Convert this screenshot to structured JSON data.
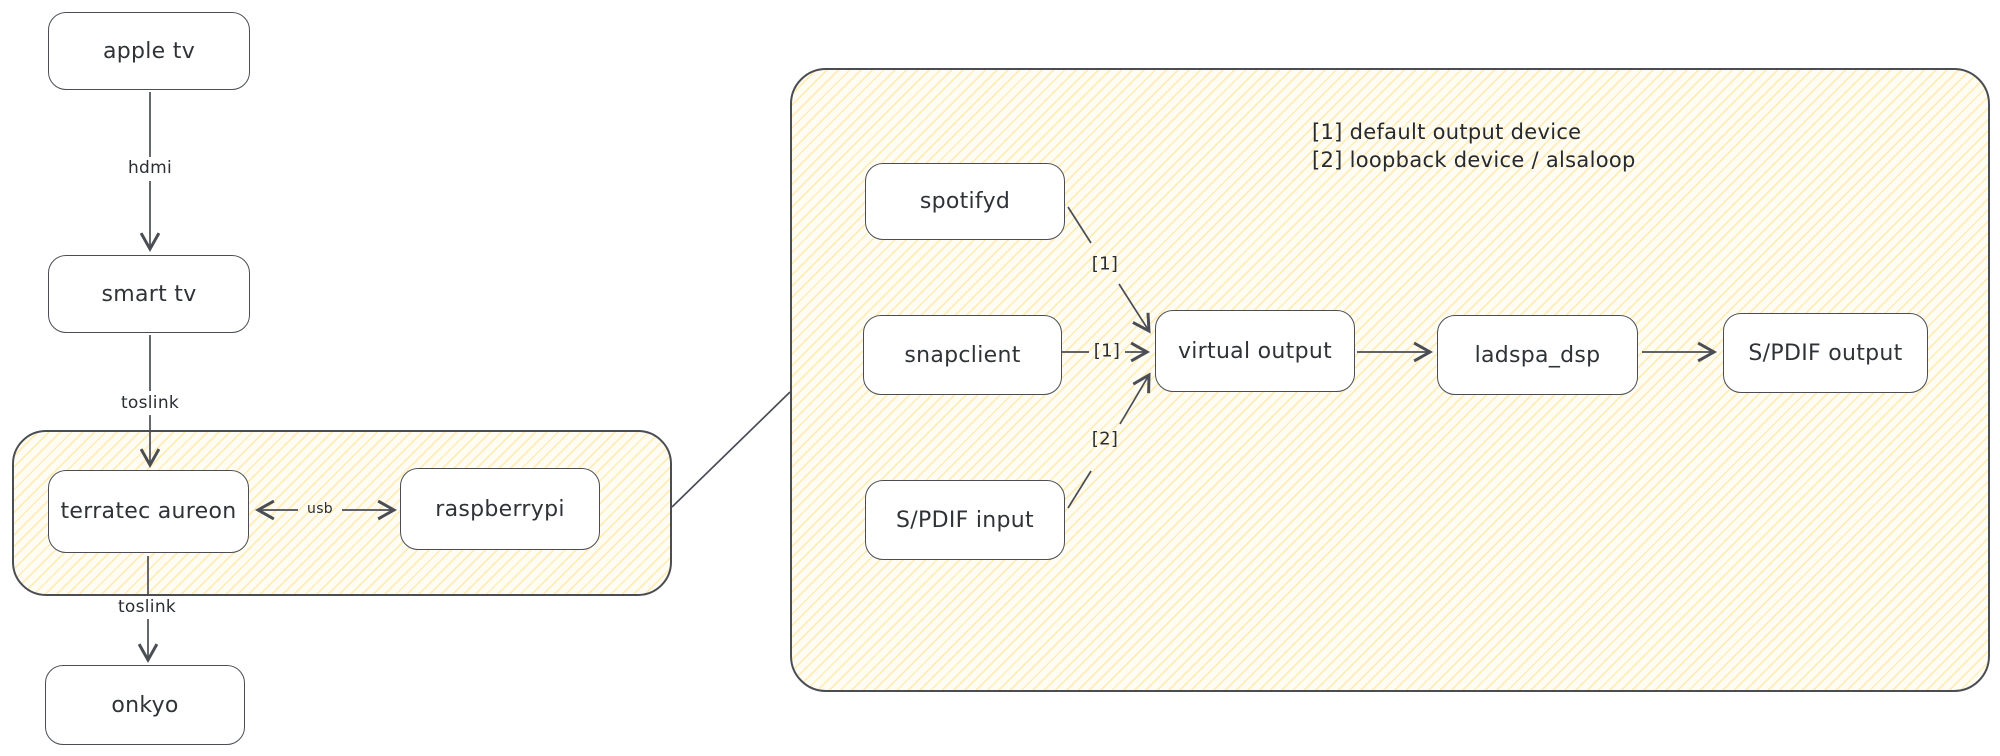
{
  "colors": {
    "stroke": "#4a4e54",
    "text": "#2f3338",
    "hatch_line": "#ffdf87",
    "group_fill": "#fffdf3",
    "node_fill": "#ffffff"
  },
  "nodes": {
    "apple_tv": "apple tv",
    "smart_tv": "smart tv",
    "terratec_aureon": "terratec aureon",
    "raspberrypi": "raspberrypi",
    "onkyo": "onkyo",
    "spotifyd": "spotifyd",
    "snapclient": "snapclient",
    "spdif_input": "S/PDIF input",
    "virtual_output": "virtual output",
    "ladspa_dsp": "ladspa_dsp",
    "spdif_output": "S/PDIF output"
  },
  "edge_labels": {
    "hdmi": "hdmi",
    "toslink_top": "toslink",
    "usb": "usb",
    "toslink_bottom": "toslink",
    "spotifyd_to_virtual": "[1]",
    "snapclient_to_virtual": "[1]",
    "spdif_to_virtual": "[2]"
  },
  "legend": {
    "line1": "[1] default output device",
    "line2": "[2] loopback device / alsaloop"
  }
}
